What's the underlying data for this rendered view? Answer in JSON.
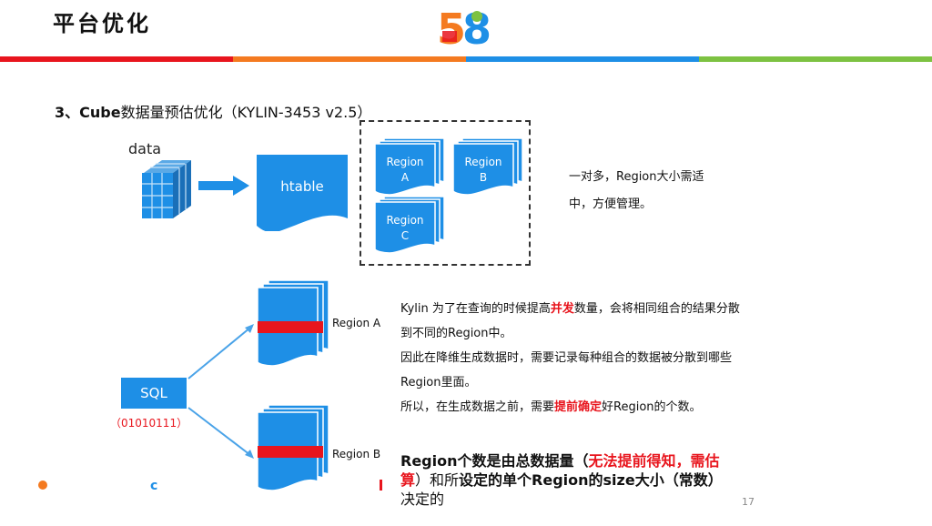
{
  "header": {
    "title": "平台优化",
    "logo_text": "58"
  },
  "section": {
    "prefix": "3、",
    "title_bold": "Cube",
    "title_rest": "数据量预估优化（KYLIN-3453   v2.5）"
  },
  "diagram_top": {
    "data_label": "data",
    "htable_label": "htable",
    "regions": [
      {
        "line1": "Region",
        "line2": "A"
      },
      {
        "line1": "Region",
        "line2": "B"
      },
      {
        "line1": "Region",
        "line2": "C"
      }
    ],
    "note": "一对多，Region大小需适中，方便管理。"
  },
  "diagram_bottom": {
    "sql_label": "SQL",
    "sql_sub": "（01010111）",
    "region_a": "Region A",
    "region_b": "Region B"
  },
  "para": {
    "p1a": "Kylin 为了在查询的时候提高",
    "p1red": "并发",
    "p1b": "数量，会将相同组合的结果分散到不同的Region中。",
    "p2": "因此在降维生成数据时，需要记录每种组合的数据被分散到哪些Region里面。",
    "p3a": "所以，在生成数据之前，需要",
    "p3red": "提前确定",
    "p3b": "好Region的个数。"
  },
  "summary": {
    "s1": "Region个数是由总数据量（",
    "s1red": "无法提前得知，需估算",
    "s2": "）和所",
    "s2b": "设定的单个Region的size大小（常数）",
    "s3": "决定的"
  },
  "footer": {
    "page": "17"
  },
  "colors": {
    "blue": "#1e8fe6",
    "red": "#e8151d",
    "orange": "#f47a20",
    "green": "#7dc242"
  }
}
